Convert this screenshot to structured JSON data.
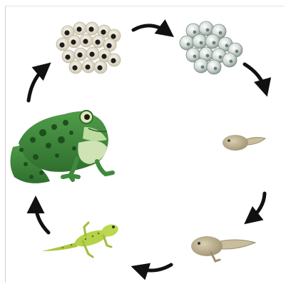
{
  "diagram": {
    "stages": [
      {
        "name": "frog-spawn-dark"
      },
      {
        "name": "frog-spawn-light"
      },
      {
        "name": "tadpole"
      },
      {
        "name": "tadpole-with-legs"
      },
      {
        "name": "froglet"
      },
      {
        "name": "adult-frog"
      }
    ],
    "colors": {
      "arrow": "#111111",
      "frog_green": "#3f8a3c",
      "frog_light": "#8fc46a",
      "frog_spots": "#1f4d1f",
      "tadpole": "#b9ad8c",
      "froglet": "#b6d24a",
      "egg_dark_shell": "#e8e3d2",
      "egg_light_shell": "#cfd8d2"
    }
  }
}
